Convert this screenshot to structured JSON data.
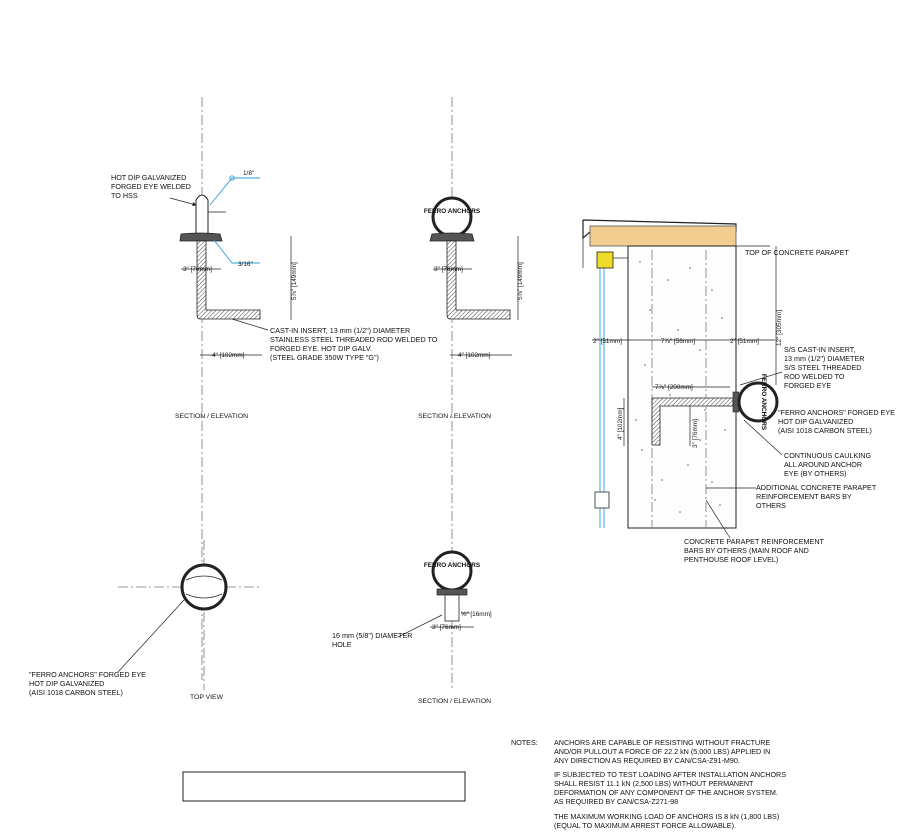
{
  "views": {
    "v1": {
      "callout": [
        "HOT DIP GALVANIZED",
        "FORGED EYE WELDED",
        "TO HSS"
      ],
      "weld_top": "1/8\"",
      "weld_bottom": "3/16\"",
      "dim_width": "3\" [76mm]",
      "dim_height": "5⅞\" [149mm]",
      "dim_base": "4\" [102mm]",
      "insert_note": [
        "CAST-IN INSERT, 13 mm (1/2\") DIAMETER",
        "STAINLESS STEEL THREADED ROD WELDED TO",
        "FORGED EYE. HOT DIP GALV.",
        "(STEEL GRADE 350W TYPE \"G\")"
      ],
      "caption": "SECTION / ELEVATION"
    },
    "v2": {
      "eye_text": "FERRO ANCHORS",
      "dim_width": "3\" [76mm]",
      "dim_height": "5⅞\" [149mm]",
      "dim_base": "4\" [102mm]",
      "caption": "SECTION / ELEVATION"
    },
    "v3": {
      "note": [
        "\"FERRO ANCHORS\" FORGED EYE",
        "HOT DIP GALVANIZED",
        "(AISI 1018 CARBON STEEL)"
      ],
      "caption": "TOP VIEW"
    },
    "v4": {
      "eye_text": "FERRO ANCHORS",
      "dim_thick": "⅝\" [16mm]",
      "dim_width": "3\" [76mm]",
      "hole_note": [
        "16 mm (5/8\") DIAMETER",
        "HOLE"
      ],
      "caption": "SECTION / ELEVATION"
    },
    "parapet": {
      "top_label": "TOP OF CONCRETE PARAPET",
      "dim_12": "12\" [305mm]",
      "dim_2l": "2\" [51mm]",
      "dim_78": "7⅞\" [56mm]",
      "dim_2r": "2\" [51mm]",
      "dim_7_78": "7⅞\" [200mm]",
      "dim_4": "4\" [102mm]",
      "dim_3": "3\" [76mm]",
      "eye_text": "FERRO ANCHORS",
      "insert_note": [
        "S/S CAST-IN INSERT,",
        "13 mm (1/2\") DIAMETER",
        "S/S STEEL THREADED",
        "ROD WELDED TO",
        "FORGED EYE"
      ],
      "eye_note": [
        "\"FERRO ANCHORS\" FORGED EYE",
        "HOT DIP GALVANIZED",
        "(AISI 1018 CARBON STEEL)"
      ],
      "caulk_note": [
        "CONTINUOUS CAULKING",
        "ALL AROUND ANCHOR",
        "EYE (BY OTHERS)"
      ],
      "rebar_note": [
        "ADDITIONAL CONCRETE PARAPET",
        "REINFORCEMENT BARS BY",
        "OTHERS"
      ],
      "bars_note": [
        "CONCRETE PARAPET REINFORCEMENT",
        "BARS BY OTHERS (MAIN ROOF AND",
        "PENTHOUSE ROOF LEVEL)"
      ]
    },
    "notes": {
      "heading": "NOTES:",
      "n1": [
        "ANCHORS ARE CAPABLE OF RESISTING WITHOUT FRACTURE",
        "AND/OR PULLOUT A FORCE OF 22.2 kN (5,000 LBS) APPLIED IN",
        "ANY DIRECTION AS REQUIRED BY CAN/CSA-Z91-M90."
      ],
      "n2": [
        "IF SUBJECTED TO TEST LOADING AFTER INSTALLATION ANCHORS",
        "SHALL RESIST 11.1 kN (2,500 LBS) WITHOUT PERMANENT",
        "DEFORMATION OF ANY COMPONENT OF THE ANCHOR SYSTEM.",
        "AS REQUIRED BY CAN/CSA-Z271-98"
      ],
      "n3": [
        "THE MAXIMUM WORKING LOAD OF ANCHORS IS 8 kN (1,800 LBS)",
        "(EQUAL TO MAXIMUM ARREST FORCE ALLOWABLE)."
      ]
    }
  }
}
